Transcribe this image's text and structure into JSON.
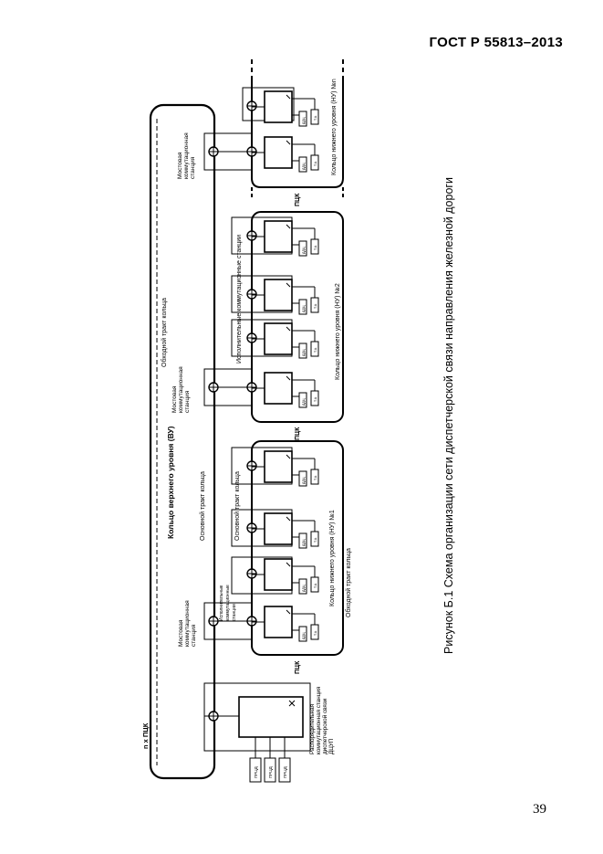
{
  "header": {
    "standard": "ГОСТ Р  55813–2013"
  },
  "page_number": "39",
  "caption": "Рисунок Б.1 Схема организации сети диспетчерской связи направления железной дороги",
  "diagram": {
    "upper_ring": "Кольцо верхнего уровня (ВУ)",
    "n_pck": "n x ПЦК",
    "bypass_upper": "Обходной тракт кольца",
    "main_upper": "Основной тракт кольца",
    "bridge_station": "Мостовая коммутационная станция",
    "dcu_station": [
      "Распорядительная",
      "коммутационная станция",
      "диспетчерской связи",
      "ДЦУП"
    ],
    "exec_stations_small": [
      "Исполнительные",
      "коммутационные",
      "станции"
    ],
    "exec_stations": "Исполнительные коммутационные станции",
    "main_lower": "Основной тракт кольца",
    "bypass_lower": "Обходной тракт кольца",
    "lower_ring_1": "Кольцо нижнего уровня (НУ) №1",
    "lower_ring_2": "Кольцо нижнего уровня (НУ) №2",
    "lower_ring_n": "Кольцо нижнего уровня (НУ) №n",
    "pck": "ПЦК",
    "prcd": "ПРЦД",
    "box_a": "ДДЦ",
    "box_b": "Т.А."
  }
}
